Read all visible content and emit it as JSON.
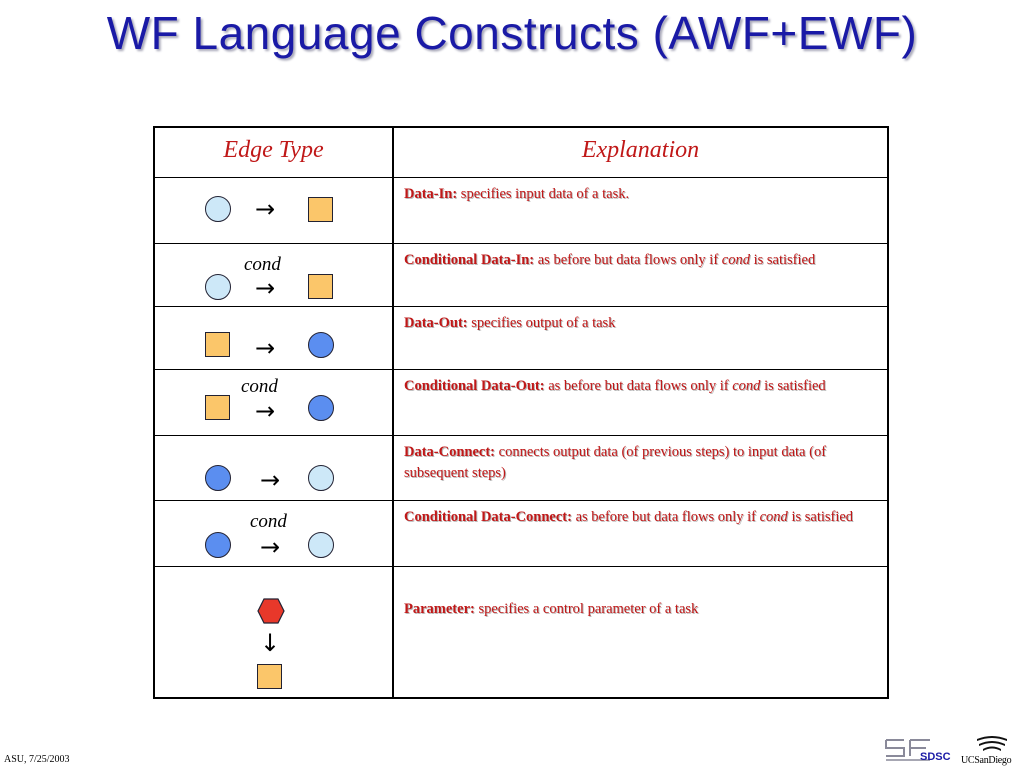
{
  "slide": {
    "title": "WF Language Constructs (AWF+EWF)"
  },
  "table": {
    "headers": {
      "edge_type": "Edge Type",
      "explanation": "Explanation"
    },
    "rows": [
      {
        "label": "Data-In:",
        "text_before": " specifies input data of a  task.",
        "cond_word": "",
        "text_after": "",
        "cond_caption": ""
      },
      {
        "label": "Conditional Data-In:",
        "text_before": " as before but data flows only if ",
        "cond_word": "cond",
        "text_after": " is satisfied",
        "cond_caption": "cond"
      },
      {
        "label": "Data-Out:",
        "text_before": " specifies output of  a task",
        "cond_word": "",
        "text_after": "",
        "cond_caption": ""
      },
      {
        "label": "Conditional Data-Out:",
        "text_before": " as before but data flows only if ",
        "cond_word": "cond",
        "text_after": " is satisfied",
        "cond_caption": "cond"
      },
      {
        "label": "Data-Connect:",
        "text_before": " connects output data (of previous steps) to input data (of subsequent steps)",
        "cond_word": "",
        "text_after": "",
        "cond_caption": ""
      },
      {
        "label": "Conditional Data-Connect:",
        "text_before": " as before but data flows only if ",
        "cond_word": "cond",
        "text_after": " is satisfied",
        "cond_caption": "cond"
      },
      {
        "label": "Parameter:",
        "text_before": " specifies a control parameter of a task",
        "cond_word": "",
        "text_after": "",
        "cond_caption": ""
      }
    ]
  },
  "symbols": {
    "arrow_right": "→",
    "arrow_down": "↓",
    "data_input_color": "#cde8f8",
    "data_output_color": "#5b8ef0",
    "task_color": "#fbc66a",
    "parameter_color": "#e8382a"
  },
  "footer": {
    "left_text": "ASU, 7/25/2003",
    "logo_sdsc": "SDSC",
    "logo_ucsd": "UCSanDiego"
  }
}
